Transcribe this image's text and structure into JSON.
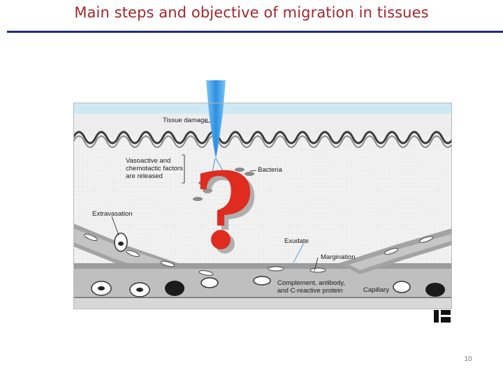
{
  "slide": {
    "title": "Main steps and objective of migration in tissues",
    "page_number": "10"
  },
  "figure": {
    "labels": {
      "tissue_damage": "Tissue damage",
      "vasoactive_line1": "Vasoactive and",
      "vasoactive_line2": "chemotactic factors",
      "vasoactive_line3": "are released",
      "bacteria": "Bacteria",
      "extravasation": "Extravasation",
      "exudate": "Exudate",
      "margination": "Margination",
      "complement_line1": "Complement, antibody,",
      "complement_line2": "and C-reactive protein",
      "capillary": "Capillary"
    },
    "overlay_symbol": "?"
  },
  "colors": {
    "title": "#a3262b",
    "rule": "#1f2a86",
    "question_mark": "#e02b1f",
    "needle": "#3aa0e8",
    "epidermis": "#c9e8f4",
    "vessel": "#9a9a9a",
    "tissue": "#eeeeee"
  }
}
